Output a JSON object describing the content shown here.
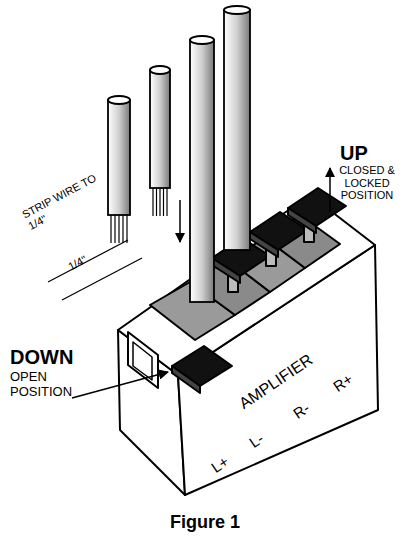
{
  "diagram": {
    "caption": "Figure 1",
    "labels": [
      "STRIP WIRE TO 1/4\"",
      "1/4\"",
      "UP",
      "CLOSED & LOCKED POSITION",
      "DOWN",
      "OPEN POSITION",
      "AMPLIFIER",
      "L+",
      "L-",
      "R-",
      "R+"
    ]
  }
}
